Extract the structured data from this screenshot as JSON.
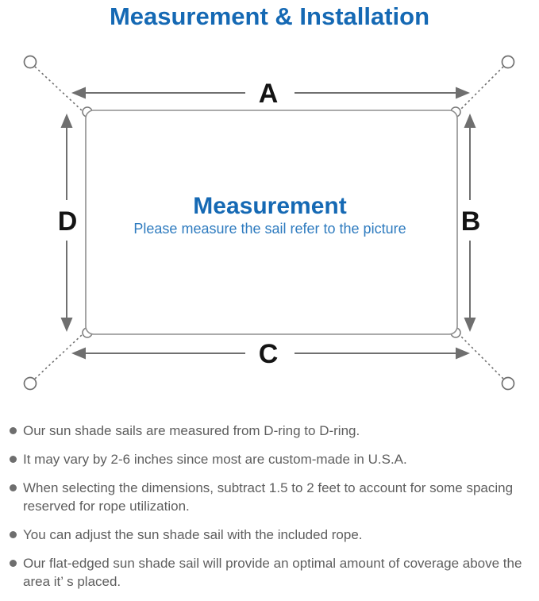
{
  "page": {
    "title": "Measurement & Installation"
  },
  "diagram": {
    "dim_labels": {
      "top": "A",
      "right": "B",
      "bottom": "C",
      "left": "D"
    },
    "center_title": "Measurement",
    "center_subtitle": "Please measure the sail refer to the picture"
  },
  "colors": {
    "title_blue": "#1569b4",
    "subtitle_blue": "#2e7bbf",
    "line_gray": "#707070",
    "rect_border_gray": "#8f8f8f",
    "body_text_gray": "#5e5e5e",
    "dim_label_black": "#141414"
  },
  "notes": {
    "items": [
      "Our sun shade sails are measured from D-ring to D-ring.",
      "It may vary by 2-6 inches since most are custom-made in U.S.A.",
      "When selecting the dimensions, subtract 1.5 to 2 feet to account for some spacing reserved for rope utilization.",
      "You can adjust the sun shade sail with the included rope.",
      "Our flat-edged sun shade sail will provide an optimal amount of coverage above the area it’ s placed."
    ]
  }
}
